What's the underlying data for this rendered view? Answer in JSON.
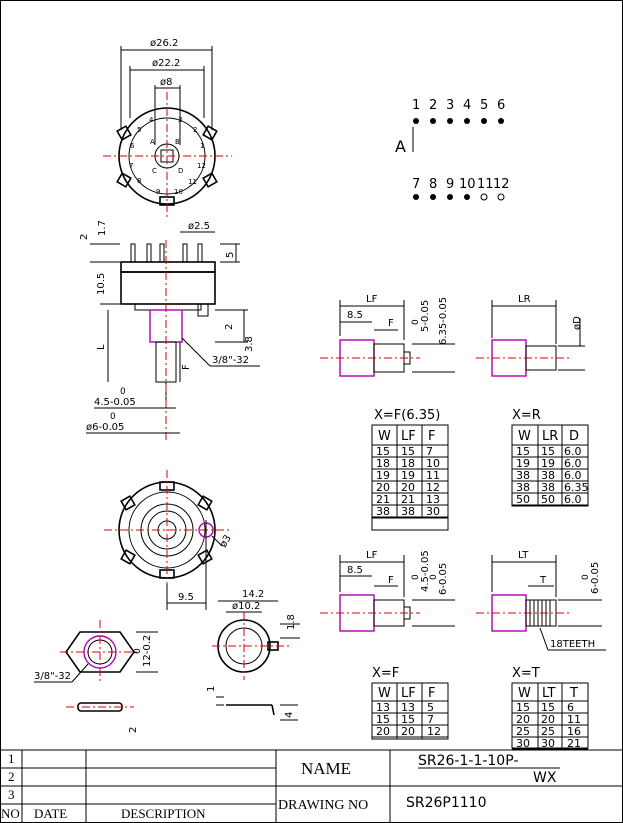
{
  "top_view": {
    "dims": [
      "ø26.2",
      "ø22.2",
      "ø8"
    ],
    "pin_numbers": [
      "1",
      "2",
      "3",
      "4",
      "5",
      "6",
      "7",
      "8",
      "9",
      "10",
      "11",
      "12"
    ],
    "pin_letters": [
      "A",
      "B",
      "C",
      "D"
    ]
  },
  "contact_diagram": {
    "pole_label": "A",
    "top_row": [
      "1",
      "2",
      "3",
      "4",
      "5",
      "6"
    ],
    "bottom_row": [
      "7",
      "8",
      "9",
      "10",
      "11",
      "12"
    ]
  },
  "side_view": {
    "dims": [
      "2",
      "1.7",
      "ø2.5",
      "5",
      "10.5",
      "2",
      "3.8",
      "L",
      "F",
      "3/8\"-32"
    ],
    "tol_45": [
      "0",
      "4.5-0.05"
    ],
    "tol_6": [
      "0",
      "ø6-0.05"
    ]
  },
  "shaft_F": {
    "LF": "LF",
    "d85": "8.5",
    "F": "F",
    "tol1": [
      "0",
      "5-0.05"
    ],
    "tol2": "6.35-0.05"
  },
  "shaft_R": {
    "LR": "LR",
    "D": "øD"
  },
  "table_F635": {
    "title": "X=F(6.35)",
    "headers": [
      "W",
      "LF",
      "F"
    ],
    "rows": [
      [
        "15",
        "15",
        "7"
      ],
      [
        "18",
        "18",
        "10"
      ],
      [
        "19",
        "19",
        "11"
      ],
      [
        "20",
        "20",
        "12"
      ],
      [
        "21",
        "21",
        "13"
      ],
      [
        "38",
        "38",
        "30"
      ]
    ]
  },
  "table_R": {
    "title": "X=R",
    "headers": [
      "W",
      "LR",
      "D"
    ],
    "rows": [
      [
        "15",
        "15",
        "6.0"
      ],
      [
        "19",
        "19",
        "6.0"
      ],
      [
        "38",
        "38",
        "6.0"
      ],
      [
        "38",
        "38",
        "6.35"
      ],
      [
        "50",
        "50",
        "6.0"
      ]
    ]
  },
  "rear_view": {
    "dims": [
      "ø3",
      "9.5"
    ]
  },
  "shaft_F2": {
    "LF": "LF",
    "d85": "8.5",
    "F": "F",
    "tol1": [
      "0",
      "4.5-0.05"
    ],
    "tol2": [
      "0",
      "6-0.05"
    ]
  },
  "shaft_T": {
    "LT": "LT",
    "T": "T",
    "tol": [
      "0",
      "6-0.05"
    ],
    "teeth": "18TEETH"
  },
  "nut": {
    "dims": [
      "0",
      "12-0.2",
      "3/8\"-32",
      "2"
    ]
  },
  "washer": {
    "dims": [
      "14.2",
      "ø10.2",
      "1.8",
      "1",
      "4"
    ]
  },
  "table_F": {
    "title": "X=F",
    "headers": [
      "W",
      "LF",
      "F"
    ],
    "rows": [
      [
        "13",
        "13",
        "5"
      ],
      [
        "15",
        "15",
        "7"
      ],
      [
        "20",
        "20",
        "12"
      ]
    ]
  },
  "table_T": {
    "title": "X=T",
    "headers": [
      "W",
      "LT",
      "T"
    ],
    "rows": [
      [
        "15",
        "15",
        "6"
      ],
      [
        "20",
        "20",
        "11"
      ],
      [
        "25",
        "25",
        "16"
      ],
      [
        "30",
        "30",
        "21"
      ]
    ]
  },
  "title_block": {
    "rev_rows": [
      "1",
      "2",
      "3"
    ],
    "footer": {
      "no": "NO",
      "date": "DATE",
      "description": "DESCRIPTION"
    },
    "name_label": "NAME",
    "name_value": "SR26-1-1-10P-__",
    "name_value2": "WX",
    "drawing_no_label": "DRAWING NO",
    "drawing_no_value": "SR26P1110"
  }
}
